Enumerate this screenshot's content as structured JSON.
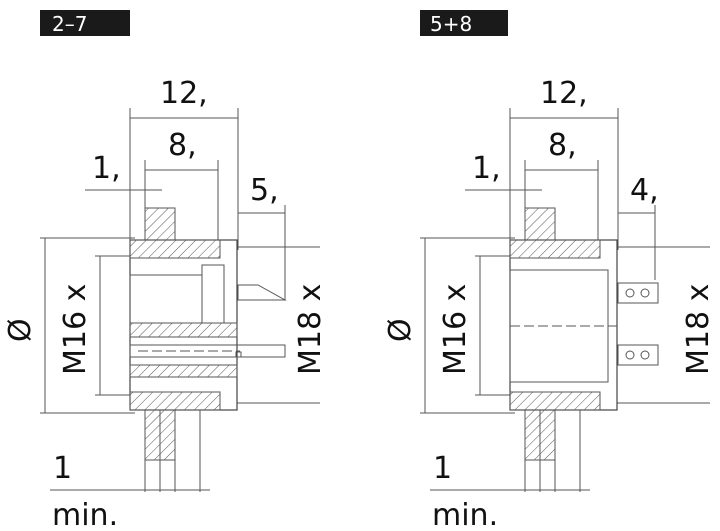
{
  "drawings": [
    {
      "label": "2–7",
      "dims": {
        "overall": "12,",
        "inner": "8,",
        "wall": "1,",
        "pins": "5,",
        "dia": "Ø",
        "thread_inner": "M16 x",
        "thread_outer": "M18 x",
        "panel": "1",
        "panel_unit": "min."
      }
    },
    {
      "label": "5+8",
      "dims": {
        "overall": "12,",
        "inner": "8,",
        "wall": "1,",
        "pins": "4,",
        "dia": "Ø",
        "thread_inner": "M16 x",
        "thread_outer": "M18 x",
        "panel": "1",
        "panel_unit": "min."
      }
    }
  ],
  "colors": {
    "label_bg": "#1a1a1a",
    "line": "#555555",
    "text": "#111111"
  }
}
